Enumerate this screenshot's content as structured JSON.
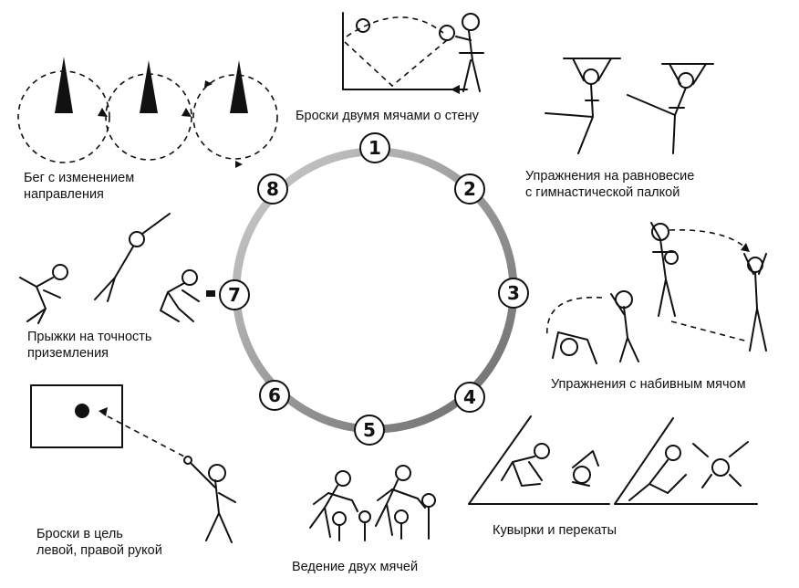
{
  "stations": [
    {
      "number": "1",
      "label": "Броски двумя мячами о стену"
    },
    {
      "number": "2",
      "label": "Упражнения на равновесие\nс гимнастической палкой"
    },
    {
      "number": "3",
      "label": "Упражнения с набивным мячом"
    },
    {
      "number": "4",
      "label": "Кувырки и перекаты"
    },
    {
      "number": "5",
      "label": "Ведение двух мячей"
    },
    {
      "number": "6",
      "label": "Броски в цель\nлевой, правой рукой"
    },
    {
      "number": "7",
      "label": "Прыжки на точность\nприземления"
    },
    {
      "number": "8",
      "label": "Бег с изменением\nнаправления"
    }
  ],
  "colors": {
    "ink": "#111111",
    "ring_light": "#c9c9c9",
    "ring_dark": "#6f6f6f"
  }
}
